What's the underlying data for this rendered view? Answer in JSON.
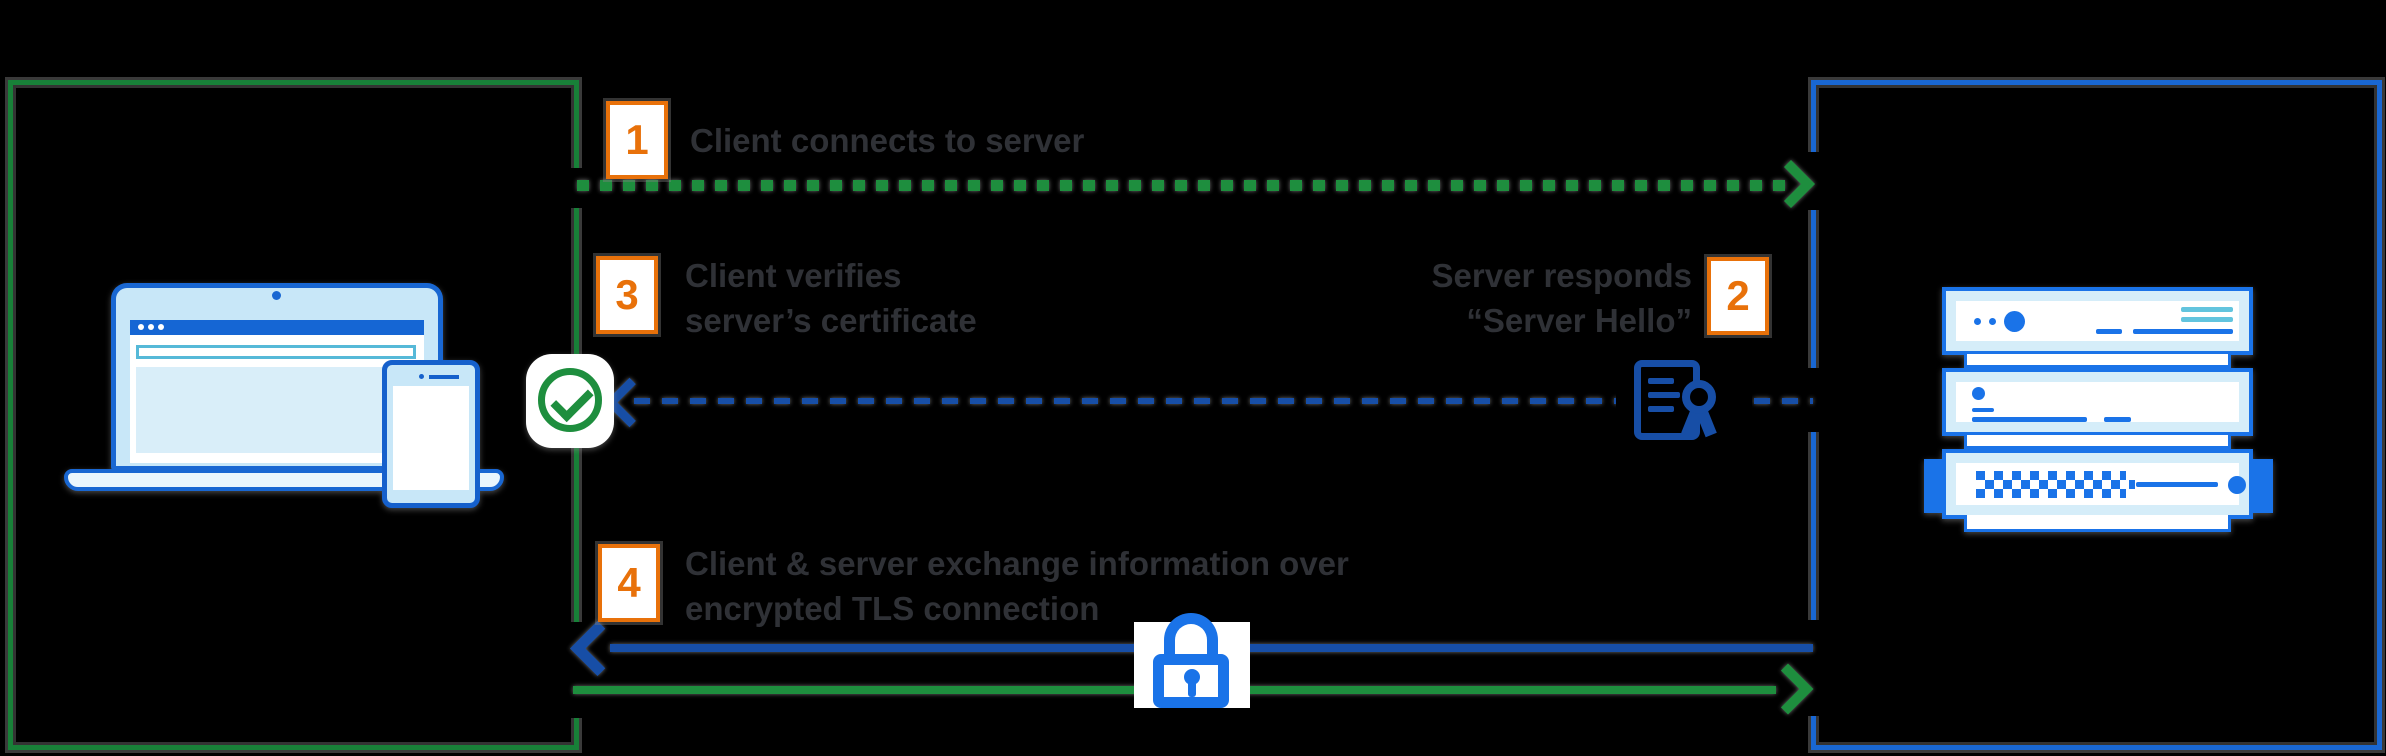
{
  "steps": [
    {
      "number": "1",
      "lines": [
        "Client connects to server"
      ]
    },
    {
      "number": "2",
      "lines": [
        "Server responds",
        "“Server Hello”"
      ]
    },
    {
      "number": "3",
      "lines": [
        "Client verifies",
        "server’s certificate"
      ]
    },
    {
      "number": "4",
      "lines": [
        "Client & server exchange information over",
        "encrypted TLS connection"
      ]
    }
  ],
  "icons": {
    "client": "laptop-and-phone-icon",
    "server": "server-rack-icon",
    "verified": "green-check-circle-icon",
    "certificate": "certificate-ribbon-icon",
    "encryption": "padlock-icon"
  },
  "colors": {
    "background": "#000000",
    "client_box_border": "#188038",
    "server_box_border": "#1967D2",
    "arrow_green": "#1E8E3E",
    "arrow_navy": "#174EA6",
    "icon_blue": "#1A73E8",
    "icon_fill_light_blue": "#C8E7F8",
    "step_badge_orange": "#E8710A",
    "label_text": "#2F3136",
    "teal_accent": "#62C4DE"
  }
}
